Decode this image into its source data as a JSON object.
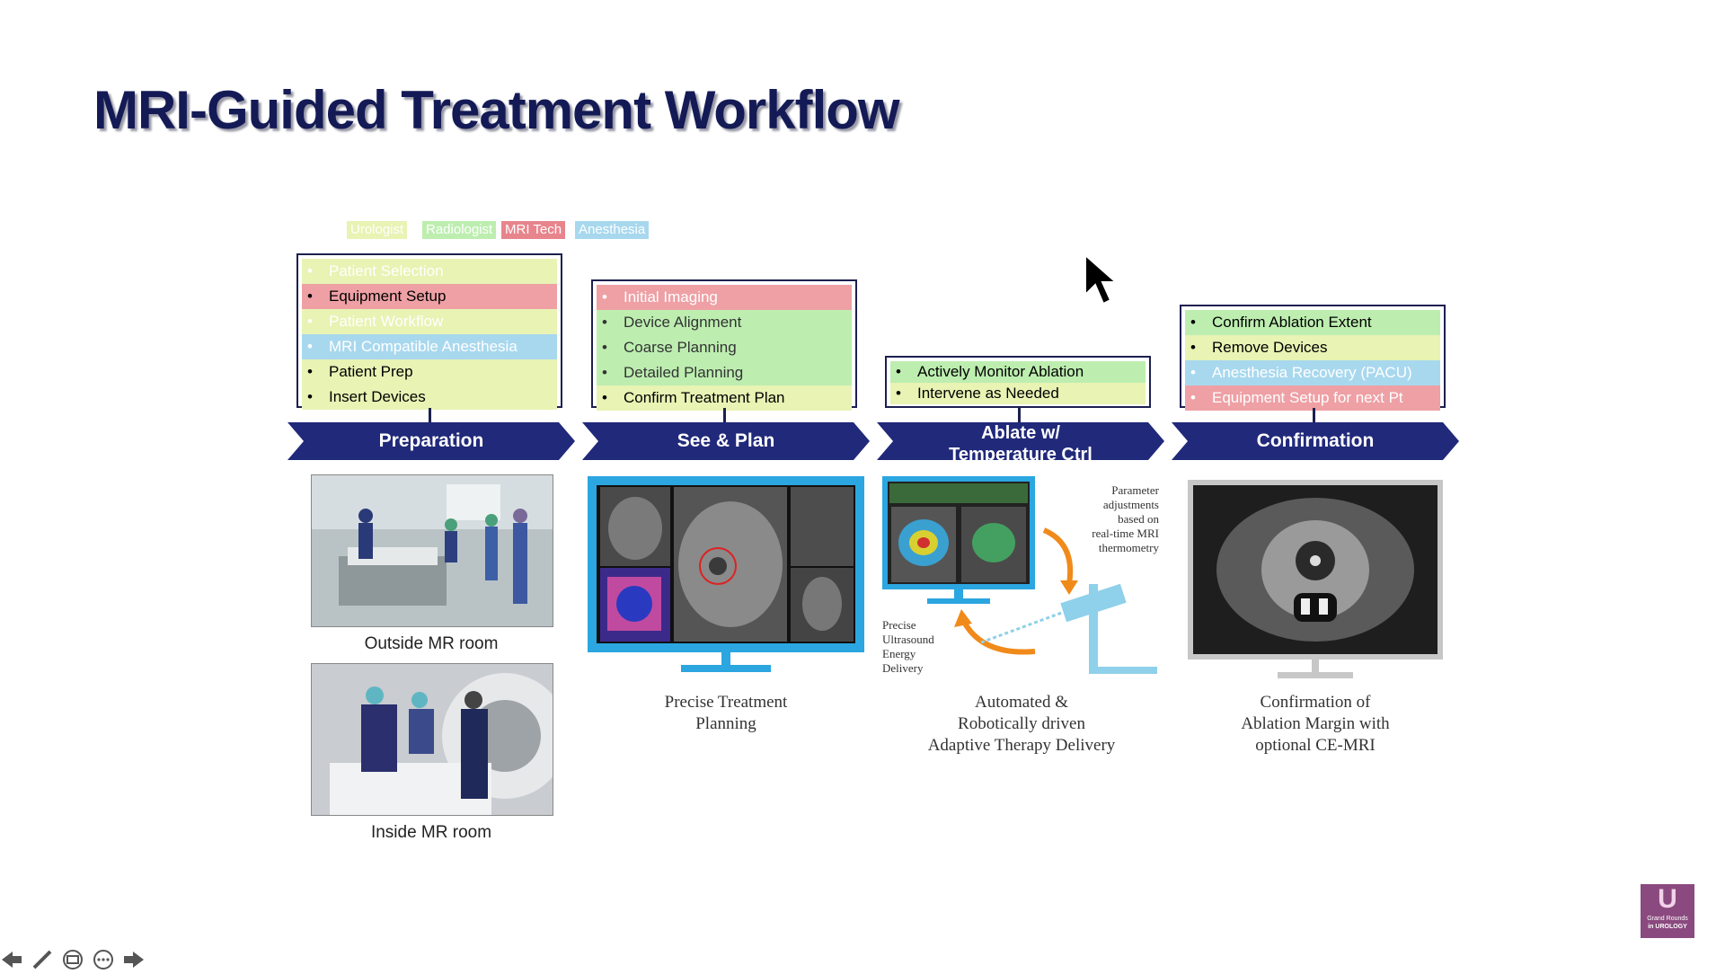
{
  "slide": {
    "title": "MRI-Guided Treatment Workflow",
    "legend": [
      {
        "label": "Urologist",
        "color": "#e8f3b4"
      },
      {
        "label": "Radiologist",
        "color": "#bdeeb0"
      },
      {
        "label": "MRI Tech",
        "color": "#eea0a5"
      },
      {
        "label": "Anesthesia",
        "color": "#a8d8ee"
      }
    ],
    "phases": [
      {
        "label": "Preparation",
        "tasks": [
          {
            "text": "Patient Selection",
            "color": "#e8f3b4"
          },
          {
            "text": "Equipment Setup",
            "color": "#eea0a5"
          },
          {
            "text": "Patient Workflow",
            "color": "#e8f3b4"
          },
          {
            "text": "MRI Compatible Anesthesia",
            "color": "#a8d8ee"
          },
          {
            "text": "Patient Prep",
            "color": "#e8f3b4"
          },
          {
            "text": "Insert Devices",
            "color": "#e8f3b4"
          }
        ],
        "captions": [
          "Outside MR room",
          "Inside MR room"
        ]
      },
      {
        "label": "See & Plan",
        "tasks": [
          {
            "text": "Initial Imaging",
            "color": "#eea0a5"
          },
          {
            "text": "Device Alignment",
            "color": "#bdeeb0"
          },
          {
            "text": "Coarse Planning",
            "color": "#bdeeb0"
          },
          {
            "text": "Detailed Planning",
            "color": "#bdeeb0"
          },
          {
            "text": "Confirm Treatment Plan",
            "color": "#e8f3b4"
          }
        ],
        "caption_line1": "Precise Treatment",
        "caption_line2": "Planning"
      },
      {
        "label": "Ablate w/ Temperature Ctrl",
        "tasks": [
          {
            "text": "Actively Monitor Ablation",
            "color": "#bdeeb0"
          },
          {
            "text": "Intervene as Needed",
            "color": "#e8f3b4"
          }
        ],
        "note_top": [
          "Parameter",
          "adjustments",
          "based on",
          "real-time MRI",
          "thermometry"
        ],
        "note_left": [
          "Precise",
          "Ultrasound",
          "Energy",
          "Delivery"
        ],
        "caption_line1": "Automated &",
        "caption_line2": "Robotically driven",
        "caption_line3": "Adaptive Therapy Delivery"
      },
      {
        "label": "Confirmation",
        "tasks": [
          {
            "text": "Confirm Ablation Extent",
            "color": "#bdeeb0"
          },
          {
            "text": "Remove Devices",
            "color": "#e8f3b4"
          },
          {
            "text": "Anesthesia Recovery (PACU)",
            "color": "#a8d8ee"
          },
          {
            "text": "Equipment Setup for next Pt",
            "color": "#eea0a5"
          }
        ],
        "caption_line1": "Confirmation of",
        "caption_line2": "Ablation Margin with",
        "caption_line3": "optional CE-MRI"
      }
    ],
    "logo_text": "U",
    "logo_sub1": "Grand Rounds",
    "logo_sub2": "in UROLOGY",
    "nav_icons": [
      "back-arrow-icon",
      "pen-icon",
      "slides-icon",
      "more-icon",
      "forward-arrow-icon"
    ]
  }
}
